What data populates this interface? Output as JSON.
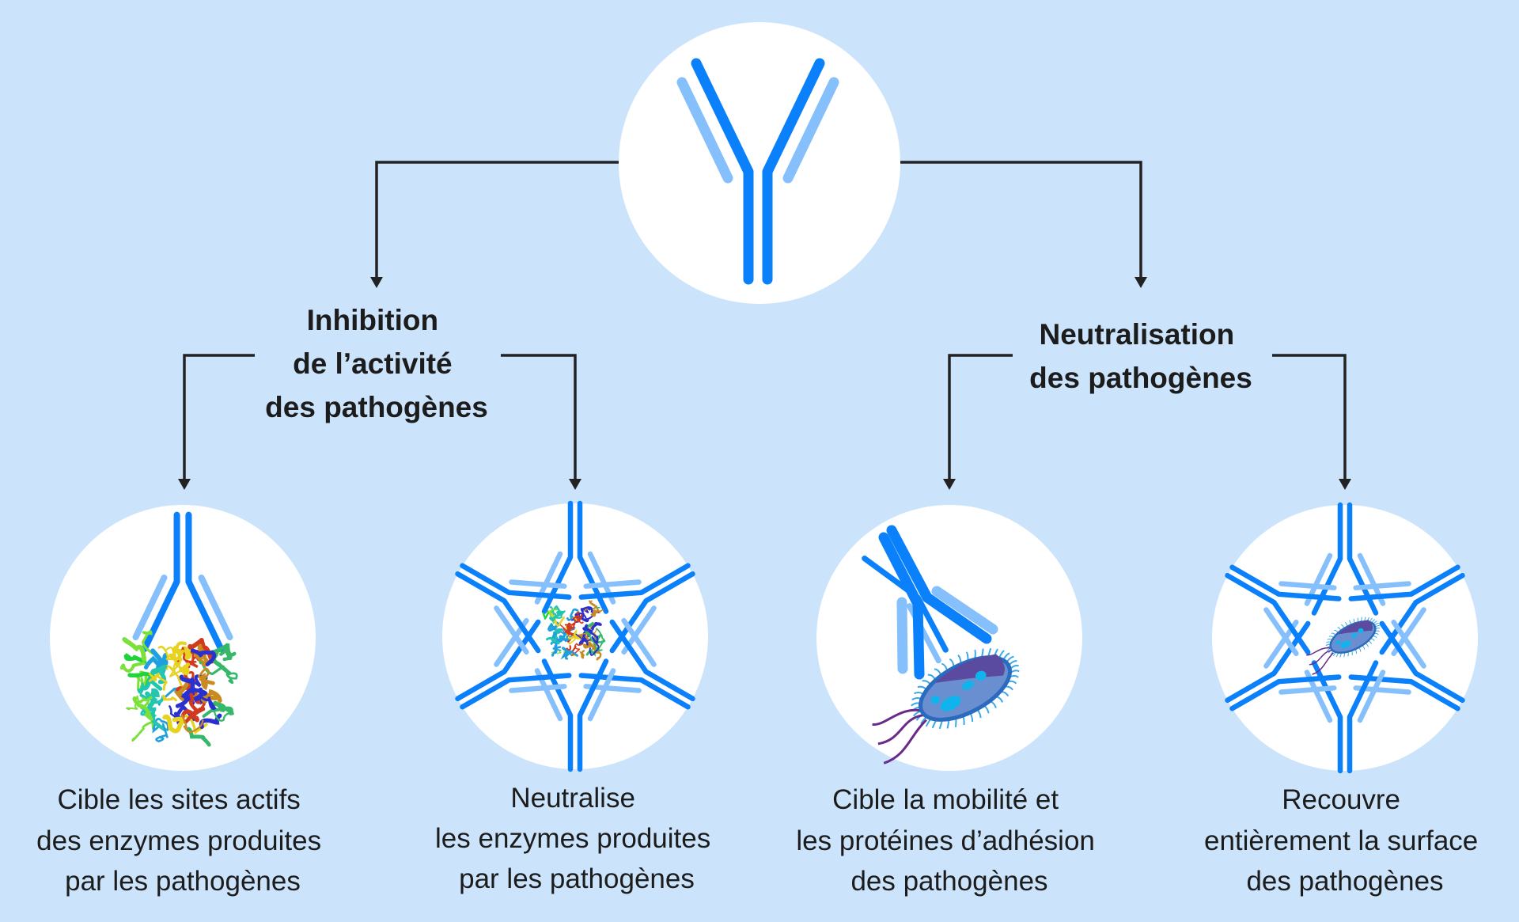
{
  "colors": {
    "background": "#cce4fb",
    "heavy_chain": "#0a80fb",
    "light_chain": "#86c0fc",
    "text": "#1c1c1c"
  },
  "branches": [
    {
      "heading": [
        "Inhibition",
        "de l’activité",
        "des pathogènes"
      ],
      "items": [
        {
          "caption": [
            "Cible les sites actifs",
            "des enzymes produites",
            "par les pathogènes"
          ]
        },
        {
          "caption": [
            "Neutralise",
            "les enzymes produites",
            "par les pathogènes"
          ]
        }
      ]
    },
    {
      "heading": [
        "Neutralisation",
        "des pathogènes"
      ],
      "items": [
        {
          "caption": [
            "Cible la mobilité et",
            "les protéines d’adhésion",
            "des pathogènes"
          ]
        },
        {
          "caption": [
            "Recouvre",
            "entièrement la surface",
            "des pathogènes"
          ]
        }
      ]
    }
  ]
}
